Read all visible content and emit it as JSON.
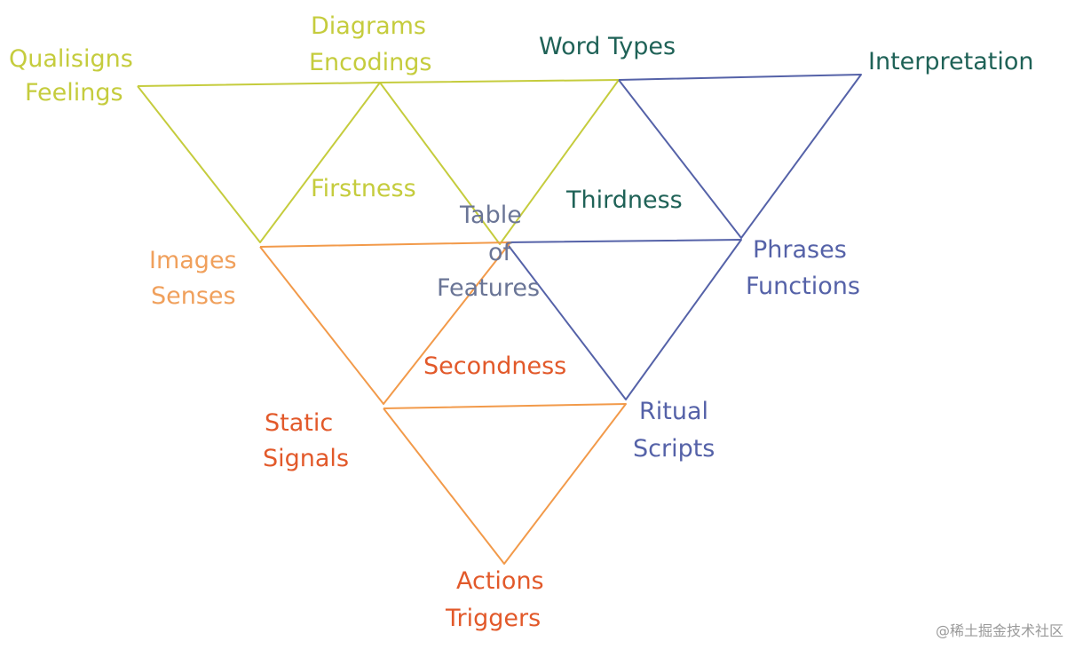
{
  "colors": {
    "firstness": "#c5cc3d",
    "thirdness": "#1f6257",
    "thirdness_lines": "#5562a8",
    "secondness_light": "#f0a05c",
    "secondness": "#e2592a",
    "orange_lines": "#f29a4a",
    "center": "#6a7596",
    "watermark": "#9a9a9a"
  },
  "labels": {
    "qualisigns": "Qualisigns",
    "feelings": "Feelings",
    "diagrams": "Diagrams",
    "encodings": "Encodings",
    "word_types": "Word Types",
    "interpretation": "Interpretation",
    "firstness": "Firstness",
    "thirdness": "Thirdness",
    "table": "Table",
    "of": "of",
    "features": "Features",
    "images": "Images",
    "senses": "Senses",
    "phrases": "Phrases",
    "functions": "Functions",
    "secondness": "Secondness",
    "static": "Static",
    "signals": "Signals",
    "ritual": "Ritual",
    "scripts": "Scripts",
    "actions": "Actions",
    "triggers": "Triggers"
  },
  "watermark": "@稀土掘金技术社区"
}
